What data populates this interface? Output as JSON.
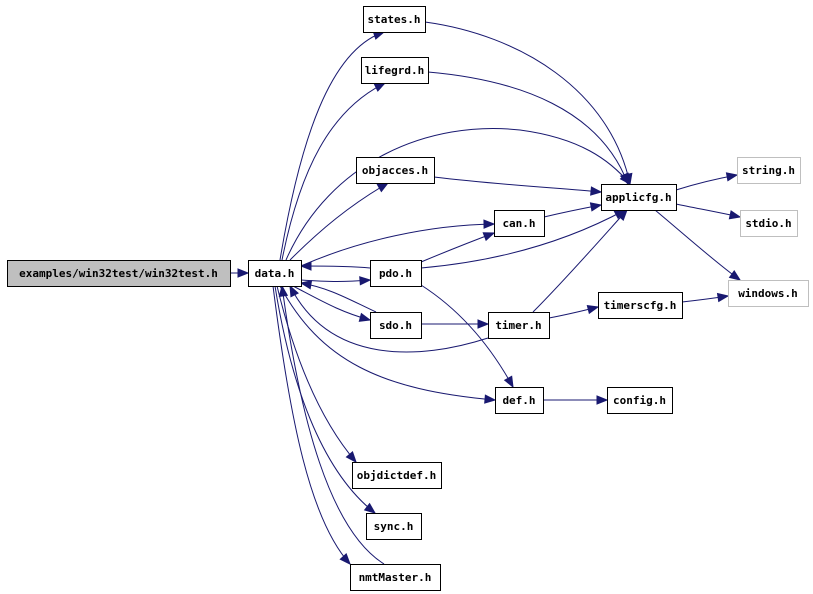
{
  "diagram": {
    "nodes": [
      {
        "id": "win32test",
        "label": "examples/win32test/win32test.h",
        "kind": "root"
      },
      {
        "id": "data",
        "label": "data.h",
        "kind": "normal"
      },
      {
        "id": "states",
        "label": "states.h",
        "kind": "normal"
      },
      {
        "id": "lifegrd",
        "label": "lifegrd.h",
        "kind": "normal"
      },
      {
        "id": "objacces",
        "label": "objacces.h",
        "kind": "normal"
      },
      {
        "id": "can",
        "label": "can.h",
        "kind": "normal"
      },
      {
        "id": "pdo",
        "label": "pdo.h",
        "kind": "normal"
      },
      {
        "id": "sdo",
        "label": "sdo.h",
        "kind": "normal"
      },
      {
        "id": "timer",
        "label": "timer.h",
        "kind": "normal"
      },
      {
        "id": "def",
        "label": "def.h",
        "kind": "normal"
      },
      {
        "id": "objdictdef",
        "label": "objdictdef.h",
        "kind": "normal"
      },
      {
        "id": "sync",
        "label": "sync.h",
        "kind": "normal"
      },
      {
        "id": "nmtMaster",
        "label": "nmtMaster.h",
        "kind": "normal"
      },
      {
        "id": "applicfg",
        "label": "applicfg.h",
        "kind": "normal"
      },
      {
        "id": "string",
        "label": "string.h",
        "kind": "system"
      },
      {
        "id": "stdio",
        "label": "stdio.h",
        "kind": "system"
      },
      {
        "id": "windows",
        "label": "windows.h",
        "kind": "system"
      },
      {
        "id": "timerscfg",
        "label": "timerscfg.h",
        "kind": "normal"
      },
      {
        "id": "config",
        "label": "config.h",
        "kind": "normal"
      }
    ],
    "edges": [
      {
        "from": "win32test",
        "to": "data"
      },
      {
        "from": "data",
        "to": "states"
      },
      {
        "from": "data",
        "to": "lifegrd"
      },
      {
        "from": "data",
        "to": "applicfg"
      },
      {
        "from": "data",
        "to": "objacces"
      },
      {
        "from": "data",
        "to": "can"
      },
      {
        "from": "data",
        "to": "pdo"
      },
      {
        "from": "data",
        "to": "sdo"
      },
      {
        "from": "data",
        "to": "def"
      },
      {
        "from": "data",
        "to": "objdictdef"
      },
      {
        "from": "data",
        "to": "sync"
      },
      {
        "from": "data",
        "to": "nmtMaster"
      },
      {
        "from": "states",
        "to": "applicfg"
      },
      {
        "from": "lifegrd",
        "to": "applicfg"
      },
      {
        "from": "objacces",
        "to": "applicfg"
      },
      {
        "from": "can",
        "to": "applicfg"
      },
      {
        "from": "pdo",
        "to": "can"
      },
      {
        "from": "pdo",
        "to": "applicfg"
      },
      {
        "from": "pdo",
        "to": "data"
      },
      {
        "from": "pdo",
        "to": "def"
      },
      {
        "from": "sdo",
        "to": "timer"
      },
      {
        "from": "sdo",
        "to": "data"
      },
      {
        "from": "timer",
        "to": "applicfg"
      },
      {
        "from": "timer",
        "to": "timerscfg"
      },
      {
        "from": "timer",
        "to": "data"
      },
      {
        "from": "timerscfg",
        "to": "windows"
      },
      {
        "from": "def",
        "to": "config"
      },
      {
        "from": "applicfg",
        "to": "string"
      },
      {
        "from": "applicfg",
        "to": "stdio"
      },
      {
        "from": "applicfg",
        "to": "windows"
      },
      {
        "from": "nmtMaster",
        "to": "data"
      }
    ]
  }
}
